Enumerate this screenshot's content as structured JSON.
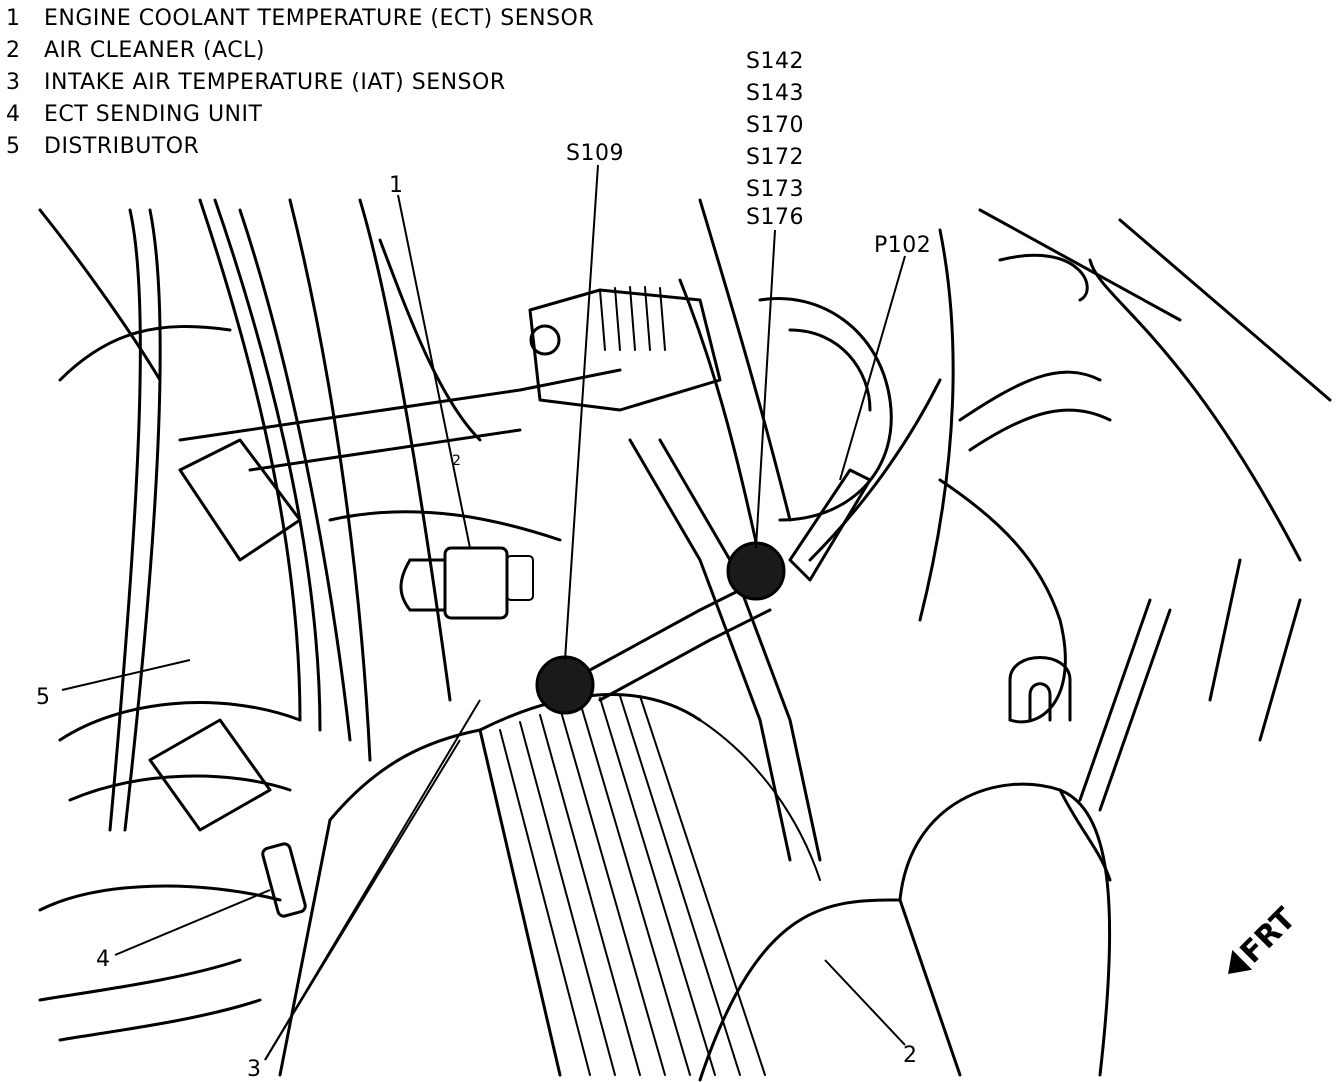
{
  "legend": [
    {
      "num": "1",
      "label": "ENGINE COOLANT TEMPERATURE (ECT) SENSOR"
    },
    {
      "num": "2",
      "label": "AIR CLEANER (ACL)"
    },
    {
      "num": "3",
      "label": "INTAKE AIR TEMPERATURE (IAT) SENSOR"
    },
    {
      "num": "4",
      "label": "ECT SENDING UNIT"
    },
    {
      "num": "5",
      "label": "DISTRIBUTOR"
    }
  ],
  "splices": {
    "group": [
      "S142",
      "S143",
      "S170",
      "S172",
      "S173",
      "S176"
    ],
    "single": "S109",
    "connector": "P102"
  },
  "callouts": {
    "c1": "1",
    "c2": "2",
    "c3": "3",
    "c4": "4",
    "c5": "5",
    "inner2": "2"
  },
  "direction": "FRT"
}
